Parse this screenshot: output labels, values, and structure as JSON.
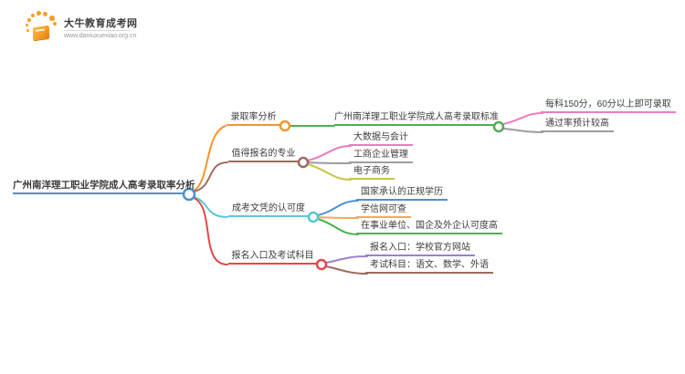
{
  "logo": {
    "title": "大牛教育成考网",
    "url": "www.daniuxuexiao.org.cn"
  },
  "nodes": {
    "root": {
      "label": "广州南洋理工职业学院成人高考录取率分析",
      "color": "#4a90d2"
    },
    "b1": {
      "label": "录取率分析",
      "color": "#f5952f"
    },
    "b1_1": {
      "label": "广州南洋理工职业学院成人高考录取标准",
      "color": "#4cb052"
    },
    "b1_1_1": {
      "label": "每科150分，60分以上即可录取",
      "color": "#ee7ac1"
    },
    "b1_1_2": {
      "label": "通过率预计较高",
      "color": "#9d9d9d"
    },
    "b2": {
      "label": "值得报名的专业",
      "color": "#a16a5e"
    },
    "b2_1": {
      "label": "大数据与会计",
      "color": "#ee7ac1"
    },
    "b2_2": {
      "label": "工商企业管理",
      "color": "#9d9d9d"
    },
    "b2_3": {
      "label": "电子商务",
      "color": "#c6c63f"
    },
    "b3": {
      "label": "成考文凭的认可度",
      "color": "#57c7d7"
    },
    "b3_1": {
      "label": "国家承认的正规学历",
      "color": "#4a90d2"
    },
    "b3_2": {
      "label": "学信网可查",
      "color": "#f8a858"
    },
    "b3_3": {
      "label": "在事业单位、国企及外企认可度高",
      "color": "#4cb052"
    },
    "b4": {
      "label": "报名入口及考试科目",
      "color": "#e2484b"
    },
    "b4_1": {
      "label": "报名入口：学校官方网站",
      "color": "#9b80d2"
    },
    "b4_2": {
      "label": "考试科目：语文、数学、外语",
      "color": "#a16a5e"
    }
  }
}
